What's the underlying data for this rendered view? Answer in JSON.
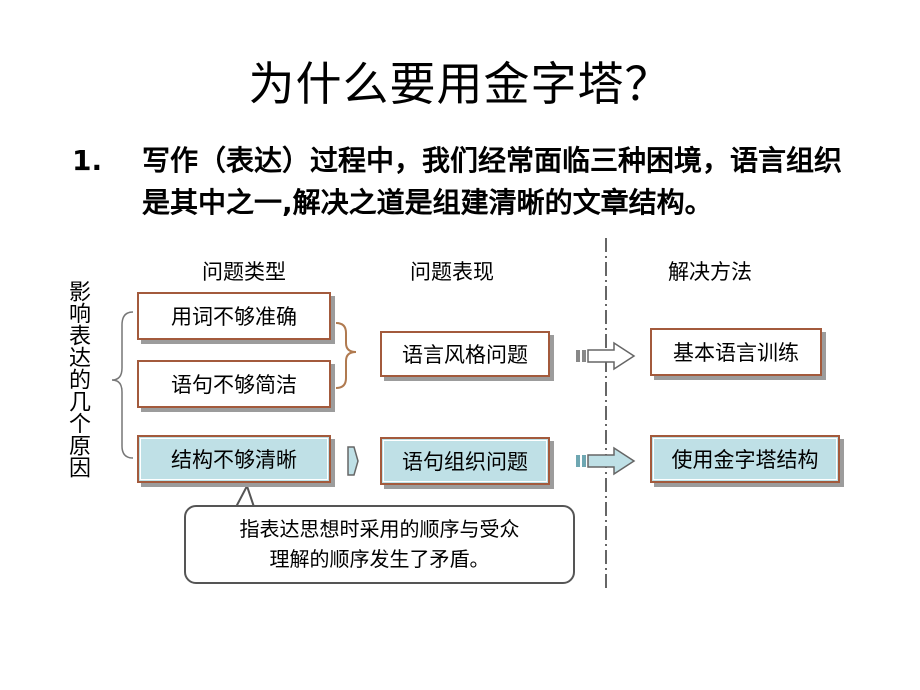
{
  "title": "为什么要用金字塔？",
  "point": {
    "number": "1.",
    "text": "写作（表达）过程中，我们经常面临三种困境，语言组织是其中之一,解决之道是组建清晰的文章结构。"
  },
  "diagram": {
    "side_label": "影响表达的几个原因",
    "headers": {
      "type": "问题类型",
      "manifestation": "问题表现",
      "solution": "解决方法"
    },
    "types": [
      "用词不够准确",
      "语句不够简洁",
      "结构不够清晰"
    ],
    "manifestations": [
      "语言风格问题",
      "语句组织问题"
    ],
    "solutions": [
      "基本语言训练",
      "使用金字塔结构"
    ],
    "callout": {
      "line1": "指表达思想时采用的顺序与受众",
      "line2": "理解的顺序发生了矛盾。"
    },
    "colors": {
      "box_border": "#a35a3c",
      "highlight_fill": "#bfe0e6"
    }
  }
}
